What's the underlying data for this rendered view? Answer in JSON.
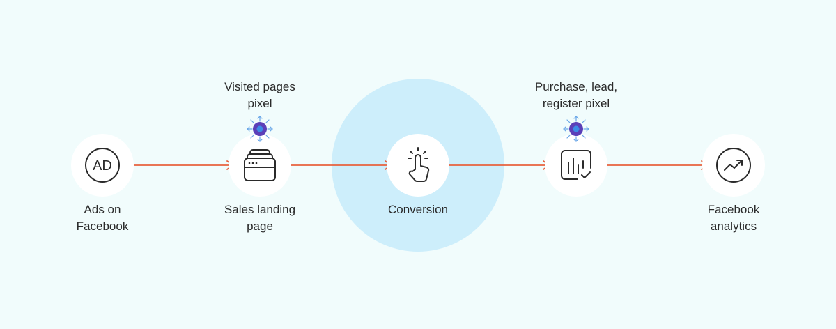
{
  "colors": {
    "background": "#f1fcfc",
    "highlight": "#cdeefb",
    "arrow": "#e8623e",
    "pixel_core": "#5b3fb8",
    "pixel_arrows": "#6aa7e8"
  },
  "steps": [
    {
      "label_line1": "Ads on",
      "label_line2": "Facebook",
      "icon": "ad-icon"
    },
    {
      "label_line1": "Sales landing",
      "label_line2": "page",
      "icon": "landing-page-stack-icon"
    },
    {
      "label_line1": "Conversion",
      "label_line2": "",
      "icon": "tap-hand-icon"
    },
    {
      "label_line1": "",
      "label_line2": "",
      "icon": "chart-check-icon"
    },
    {
      "label_line1": "Facebook",
      "label_line2": "analytics",
      "icon": "trend-up-icon"
    }
  ],
  "pixels": [
    {
      "line1": "Visited pages",
      "line2": "pixel",
      "icon": "pixel-icon"
    },
    {
      "line1": "Purchase, lead,",
      "line2": "register pixel",
      "icon": "pixel-icon"
    }
  ]
}
